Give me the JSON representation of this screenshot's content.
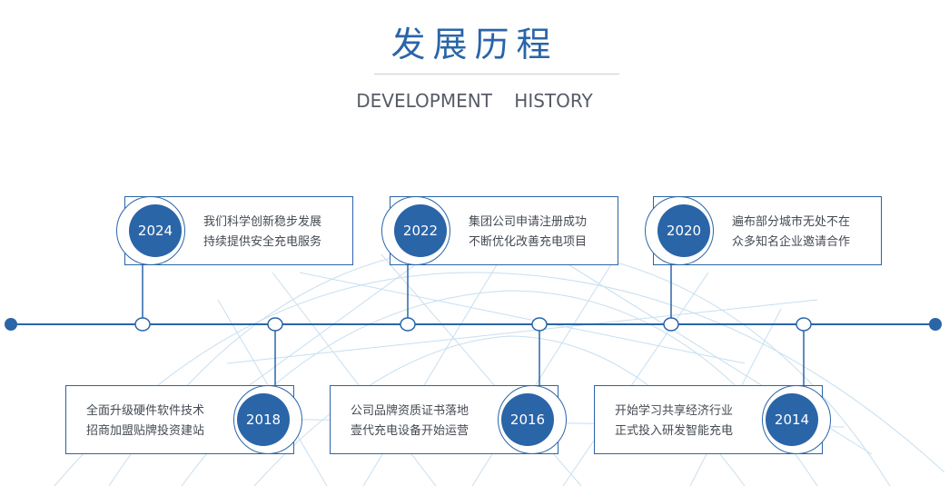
{
  "header": {
    "title_cn": "发展历程",
    "title_en": "DEVELOPMENT HISTORY"
  },
  "colors": {
    "accent": "#2a65a8",
    "rule": "#c9ced4",
    "text": "#444a52",
    "net": "#c7dff0"
  },
  "milestones": [
    {
      "year": "2024",
      "row": "top",
      "lines": [
        "我们科学创新稳步发展",
        "持续提供安全充电服务"
      ]
    },
    {
      "year": "2022",
      "row": "top",
      "lines": [
        "集团公司申请注册成功",
        "不断优化改善充电项目"
      ]
    },
    {
      "year": "2020",
      "row": "top",
      "lines": [
        "遍布部分城市无处不在",
        "众多知名企业邀请合作"
      ]
    },
    {
      "year": "2018",
      "row": "bottom",
      "lines": [
        "全面升级硬件软件技术",
        "招商加盟贴牌投资建站"
      ]
    },
    {
      "year": "2016",
      "row": "bottom",
      "lines": [
        "公司品牌资质证书落地",
        "壹代充电设备开始运营"
      ]
    },
    {
      "year": "2014",
      "row": "bottom",
      "lines": [
        "开始学习共享经济行业",
        "正式投入研发智能充电"
      ]
    }
  ]
}
